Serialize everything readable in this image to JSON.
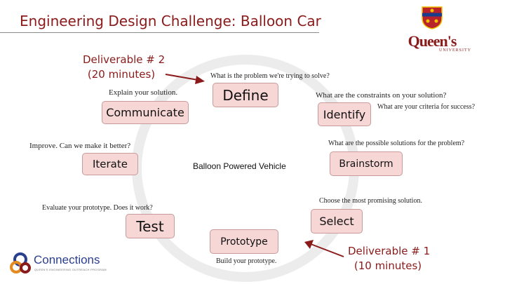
{
  "title": "Engineering Design Challenge: Balloon Car",
  "deliverable_2": {
    "line1": "Deliverable # 2",
    "line2": "(20 minutes)"
  },
  "deliverable_1": {
    "line1": "Deliverable # 1",
    "line2": "(10 minutes)"
  },
  "center_label": "Balloon Powered Vehicle",
  "steps": {
    "define": {
      "label": "Define",
      "question": "What is the problem we're trying to solve?"
    },
    "identify": {
      "label": "Identify",
      "question1": "What are the constraints on your solution?",
      "question2": "What are your criteria for success?"
    },
    "brainstorm": {
      "label": "Brainstorm",
      "question": "What are the possible solutions for the problem?"
    },
    "select": {
      "label": "Select",
      "question": "Choose the most promising solution."
    },
    "prototype": {
      "label": "Prototype",
      "question": "Build your prototype."
    },
    "test": {
      "label": "Test",
      "question": "Evaluate your prototype. Does it work?"
    },
    "iterate": {
      "label": "Iterate",
      "question": "Improve. Can we make it better?"
    },
    "communicate": {
      "label": "Communicate",
      "question": "Explain your solution."
    }
  },
  "queens_logo": {
    "name": "Queen's",
    "sub": "UNIVERSITY"
  },
  "connections_logo": {
    "name": "Connections",
    "sub": "QUEEN'S ENGINEERING OUTREACH PROGRAM"
  },
  "colors": {
    "title": "#8b1a1a",
    "box_fill": "#f7d6d6",
    "cycle": "#ececec",
    "arrow": "#8b1a1a"
  }
}
